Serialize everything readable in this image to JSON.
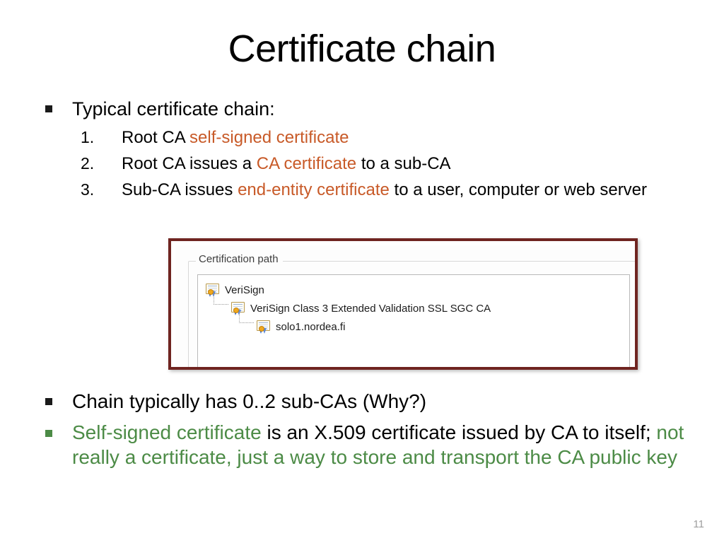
{
  "slide": {
    "title": "Certificate chain",
    "page_number": "11"
  },
  "colors": {
    "orange_accent": "#c85a28",
    "green_accent": "#4c8b46",
    "frame_border": "#6f2420",
    "body_text": "#000000",
    "page_number": "#9e9e9e"
  },
  "bullets": {
    "first": {
      "text": "Typical certificate chain:",
      "numbered": [
        {
          "number": "1.",
          "parts": [
            {
              "text": "Root CA ",
              "style": "plain"
            },
            {
              "text": "self-signed certificate",
              "style": "orange"
            }
          ]
        },
        {
          "number": "2.",
          "parts": [
            {
              "text": "Root CA issues a ",
              "style": "plain"
            },
            {
              "text": "CA certificate",
              "style": "orange"
            },
            {
              "text": " to a sub-CA",
              "style": "plain"
            }
          ]
        },
        {
          "number": "3.",
          "parts": [
            {
              "text": "Sub-CA issues ",
              "style": "plain"
            },
            {
              "text": "end-entity certificate",
              "style": "orange"
            },
            {
              "text": " to a user, computer or web server",
              "style": "plain"
            }
          ]
        }
      ]
    },
    "second": {
      "text": "Chain typically has 0..2 sub-CAs  (Why?)"
    },
    "third": {
      "parts": [
        {
          "text": "Self-signed certificate",
          "style": "green"
        },
        {
          "text": " is an X.509 certificate issued by CA to itself; ",
          "style": "plain"
        },
        {
          "text": "not really a certificate, just a way to store and transport the CA public key",
          "style": "green"
        }
      ]
    }
  },
  "screenshot": {
    "groupbox_label": "Certification path",
    "tree": [
      {
        "level": 0,
        "label": "VeriSign",
        "icon": "certificate-icon"
      },
      {
        "level": 1,
        "label": "VeriSign Class 3 Extended Validation SSL SGC CA",
        "icon": "certificate-icon"
      },
      {
        "level": 2,
        "label": "solo1.nordea.fi",
        "icon": "certificate-icon"
      }
    ]
  }
}
